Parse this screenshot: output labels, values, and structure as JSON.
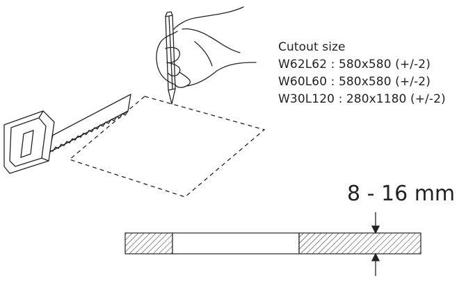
{
  "cutout": {
    "title": "Cutout size",
    "sizes": [
      "W62L62 : 580x580 (+/-2)",
      "W60L60 : 580x580 (+/-2)",
      "W30L120 : 280x1180 (+/-2)"
    ]
  },
  "thickness": {
    "label": "8 - 16 mm"
  },
  "icons": [
    "hand-pencil-icon",
    "saw-icon"
  ]
}
